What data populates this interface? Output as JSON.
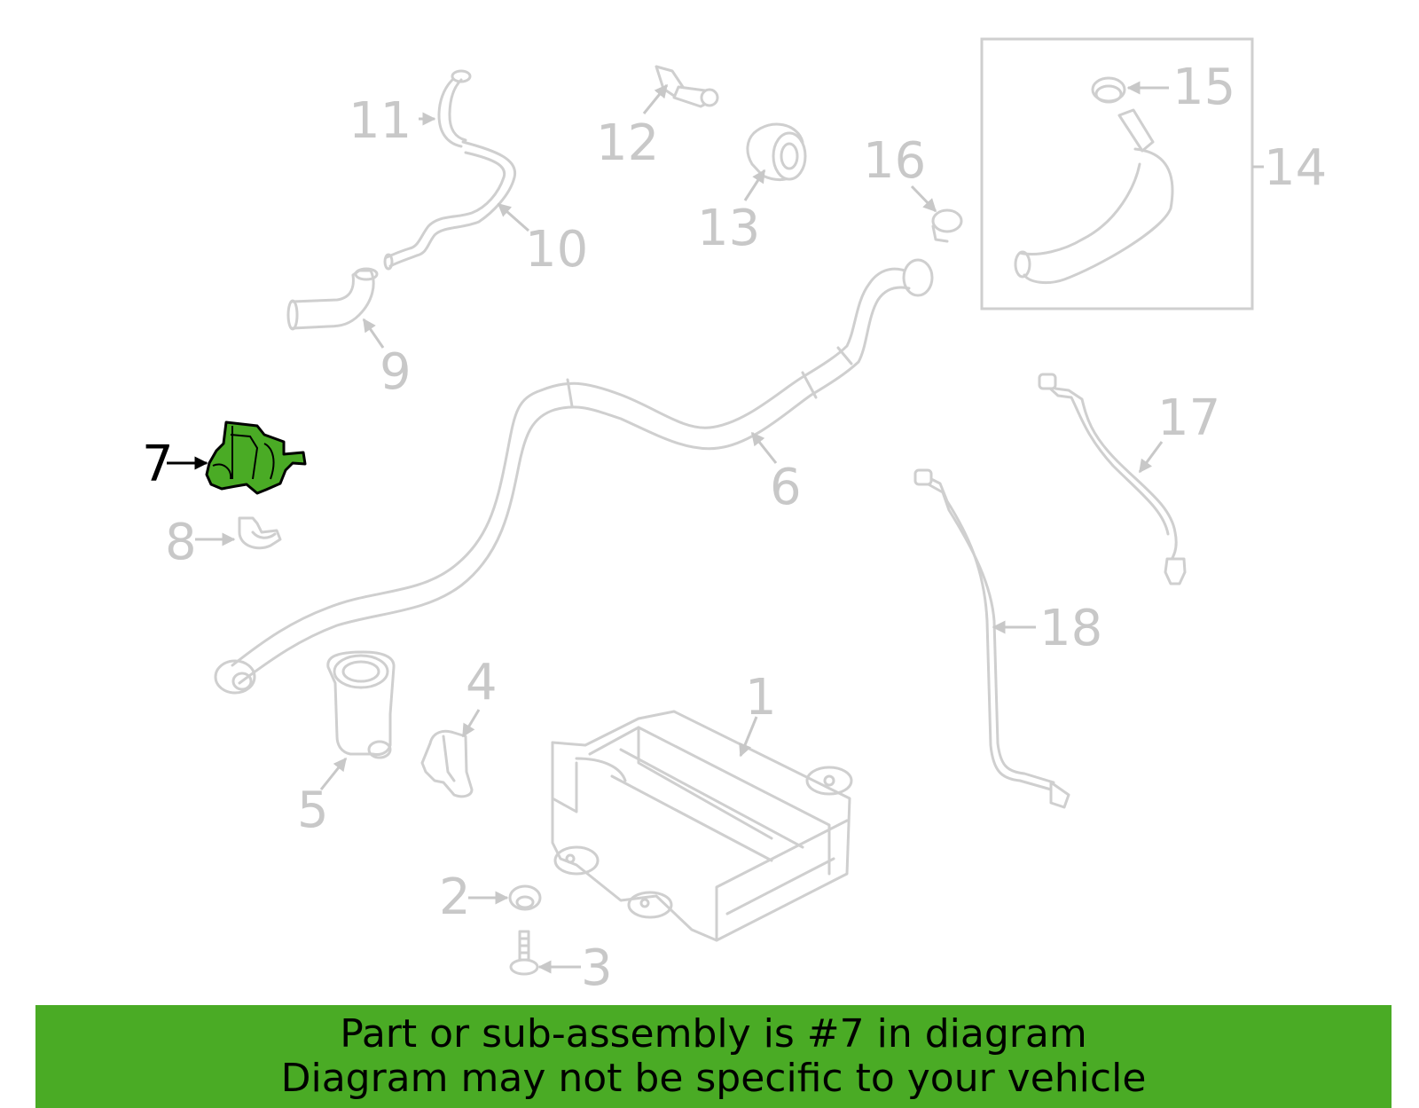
{
  "callouts": {
    "c1": "1",
    "c2": "2",
    "c3": "3",
    "c4": "4",
    "c5": "5",
    "c6": "6",
    "c7": "7",
    "c8": "8",
    "c9": "9",
    "c10": "10",
    "c11": "11",
    "c12": "12",
    "c13": "13",
    "c14": "14",
    "c15": "15",
    "c16": "16",
    "c17": "17",
    "c18": "18"
  },
  "highlighted_part": "7",
  "colors": {
    "highlight": "#4aab25",
    "line": "#cfcfcf",
    "label": "#c8c8c8",
    "banner": "#4aab25"
  },
  "banner": {
    "line1": "Part or sub-assembly is #7 in diagram",
    "line2": "Diagram may not be specific to your vehicle"
  }
}
